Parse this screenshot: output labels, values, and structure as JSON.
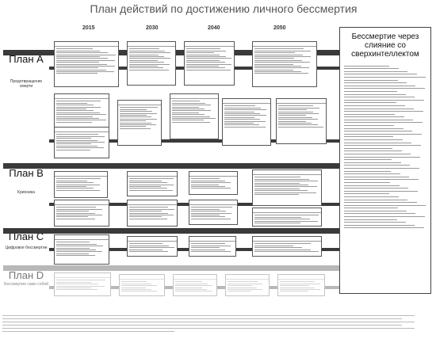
{
  "title": "План действий по достижению личного бессмертия",
  "years": [
    "2015",
    "2030",
    "2040",
    "2050"
  ],
  "plans": [
    {
      "id": "a",
      "label": "План A",
      "subtitle": "Предотвращение смерти"
    },
    {
      "id": "b",
      "label": "План B",
      "subtitle": "Крионика"
    },
    {
      "id": "c",
      "label": "План C",
      "subtitle": "Цифровое бессмертие"
    },
    {
      "id": "d",
      "label": "План D",
      "subtitle": "Бессмертие само собой"
    }
  ],
  "goal": {
    "title": "Бессмертие через слияние со сверхинтеллектом"
  }
}
